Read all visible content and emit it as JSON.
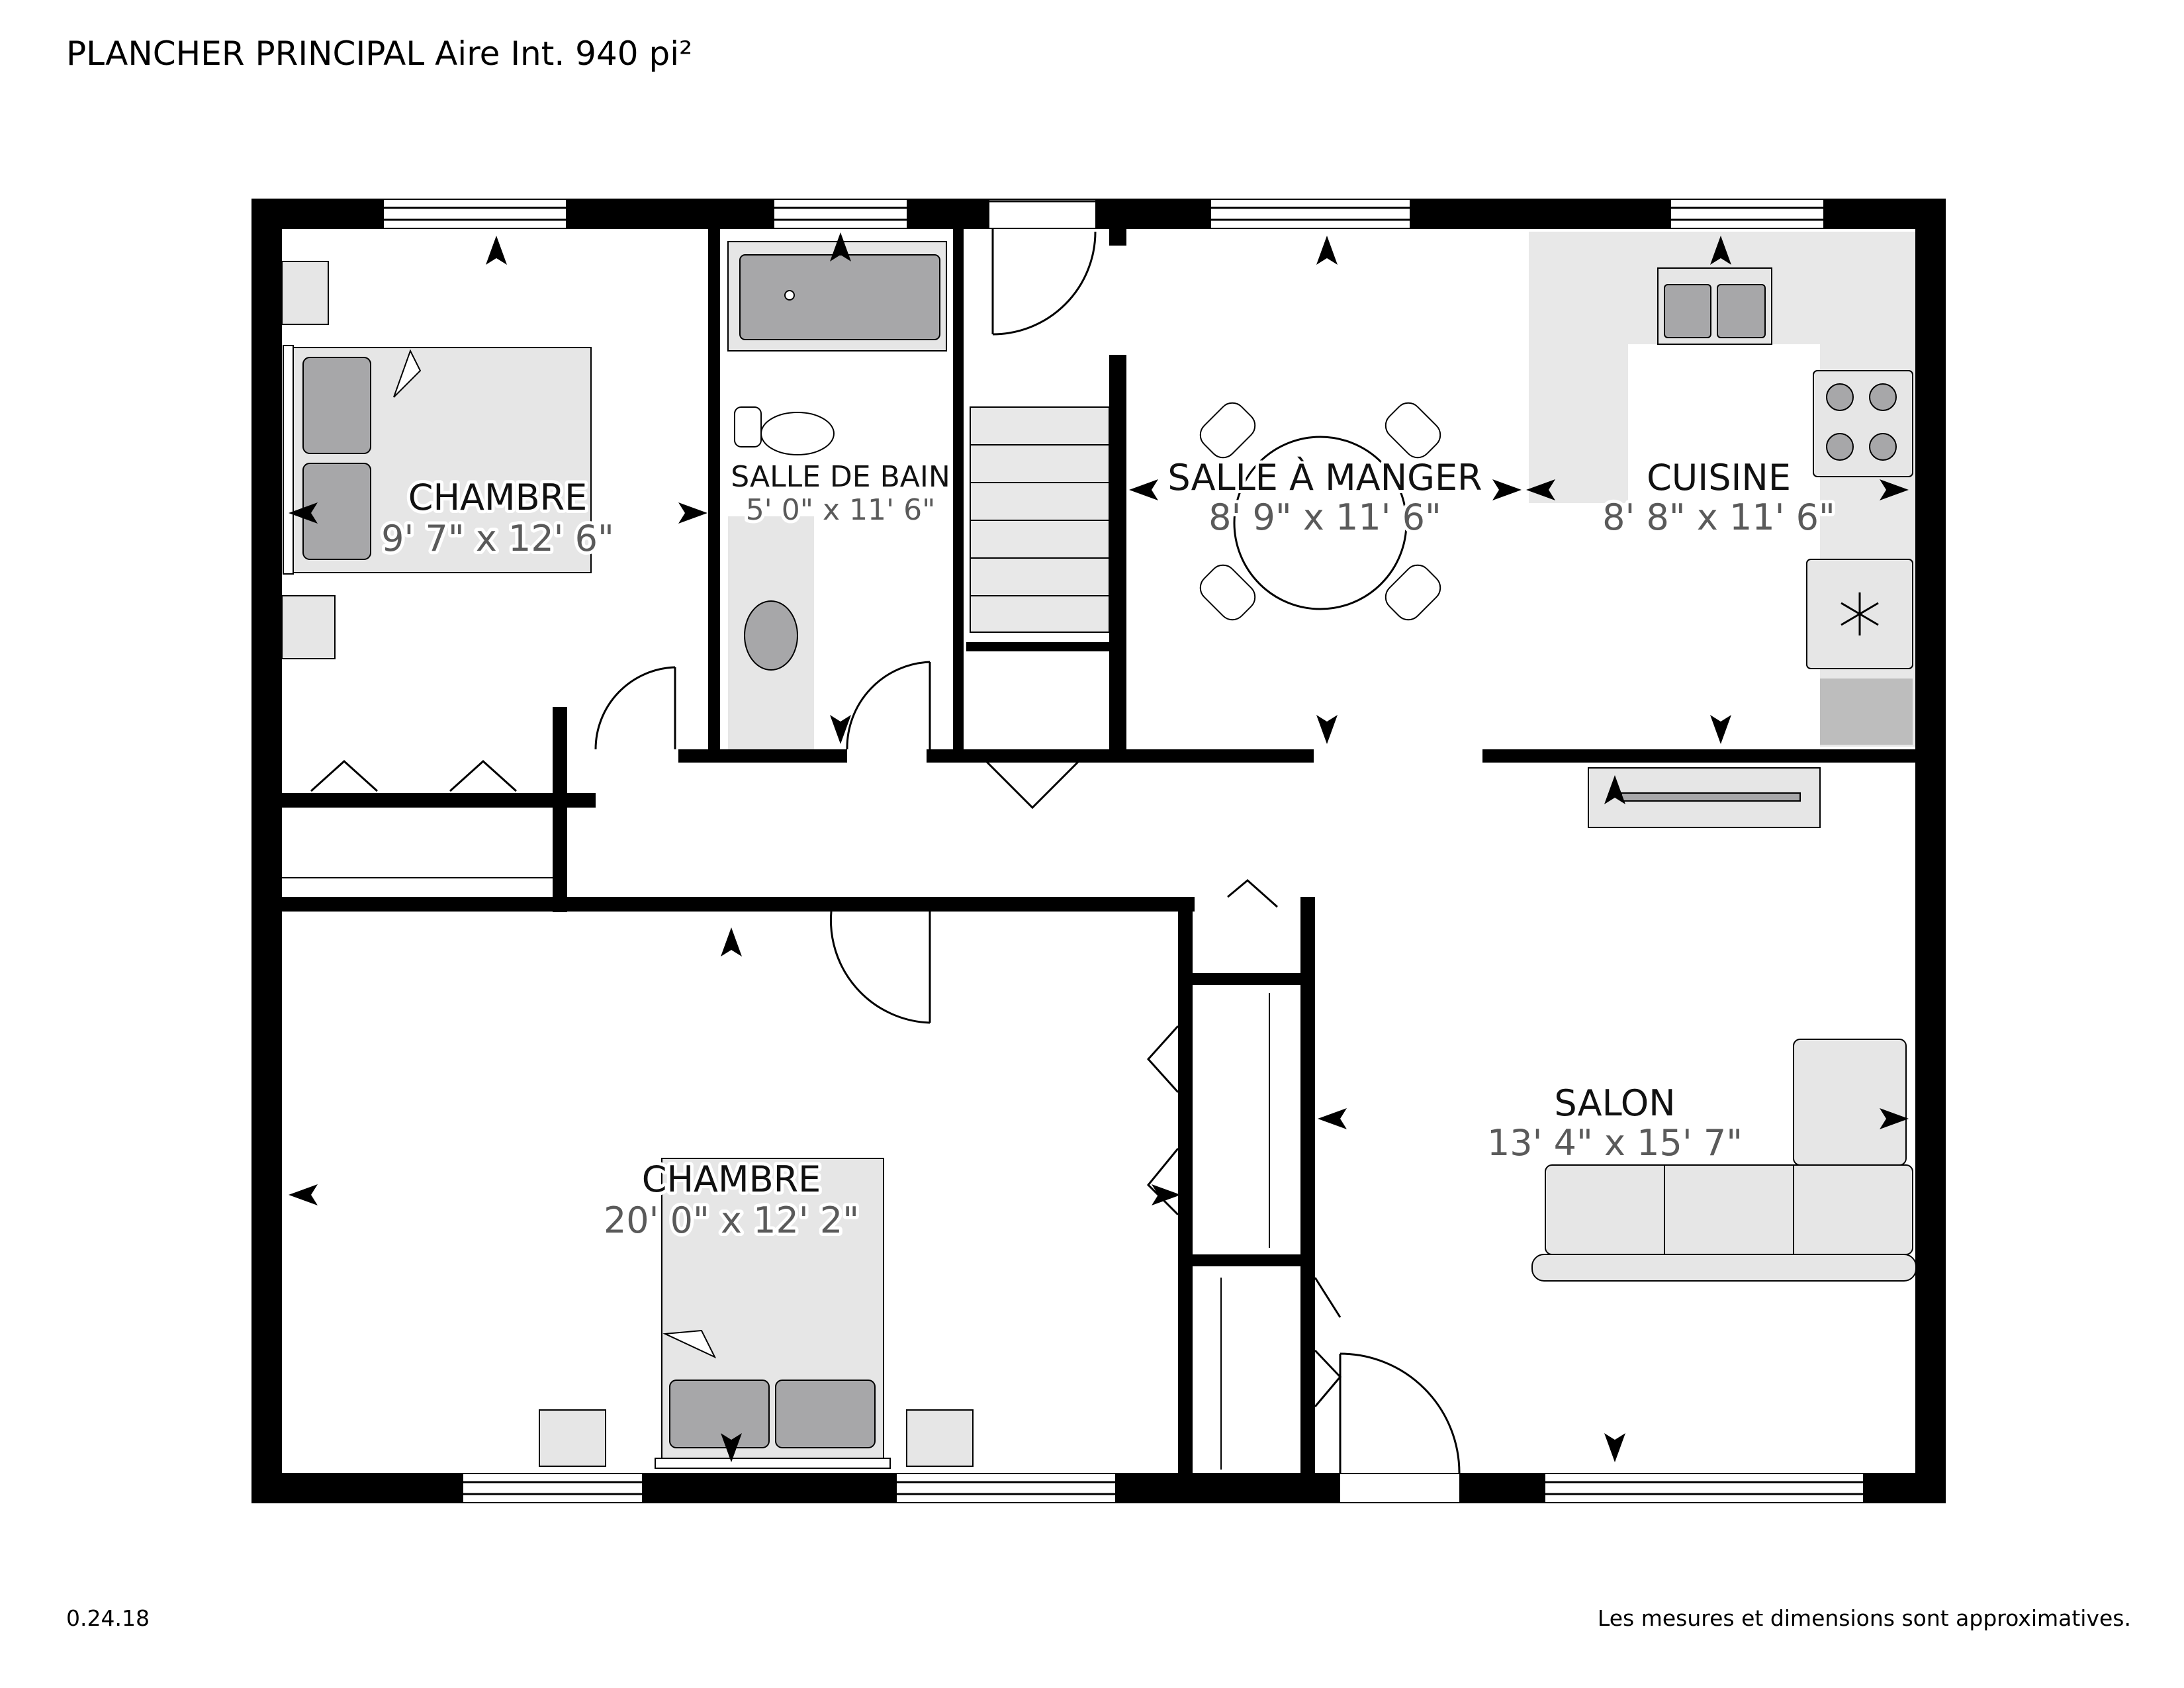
{
  "header": {
    "title": "PLANCHER PRINCIPAL Aire Int. 940 pi²"
  },
  "footer": {
    "version": "0.24.18",
    "disclaimer": "Les mesures et dimensions sont approximatives."
  },
  "rooms": {
    "chambre_1": {
      "name": "CHAMBRE",
      "dims": "9' 7\" x 12' 6\""
    },
    "salle_de_bain": {
      "name": "SALLE DE BAIN",
      "dims": "5' 0\" x 11' 6\""
    },
    "salle_a_manger": {
      "name": "SALLE À MANGER",
      "dims": "8' 9\" x 11' 6\""
    },
    "cuisine": {
      "name": "CUISINE",
      "dims": "8' 8\" x 11' 6\""
    },
    "salon": {
      "name": "SALON",
      "dims": "13' 4\" x 15' 7\""
    },
    "chambre_2": {
      "name": "CHAMBRE",
      "dims": "20' 0\" x 12' 2\""
    }
  },
  "colors": {
    "wall": "#000000",
    "furniture_fill": "#e6e6e6",
    "furniture_dark": "#a7a7a9",
    "counter": "#e8e8e8",
    "window": "#ffffff"
  },
  "icons": [
    "camera-marker-icon",
    "snowflake-icon"
  ]
}
